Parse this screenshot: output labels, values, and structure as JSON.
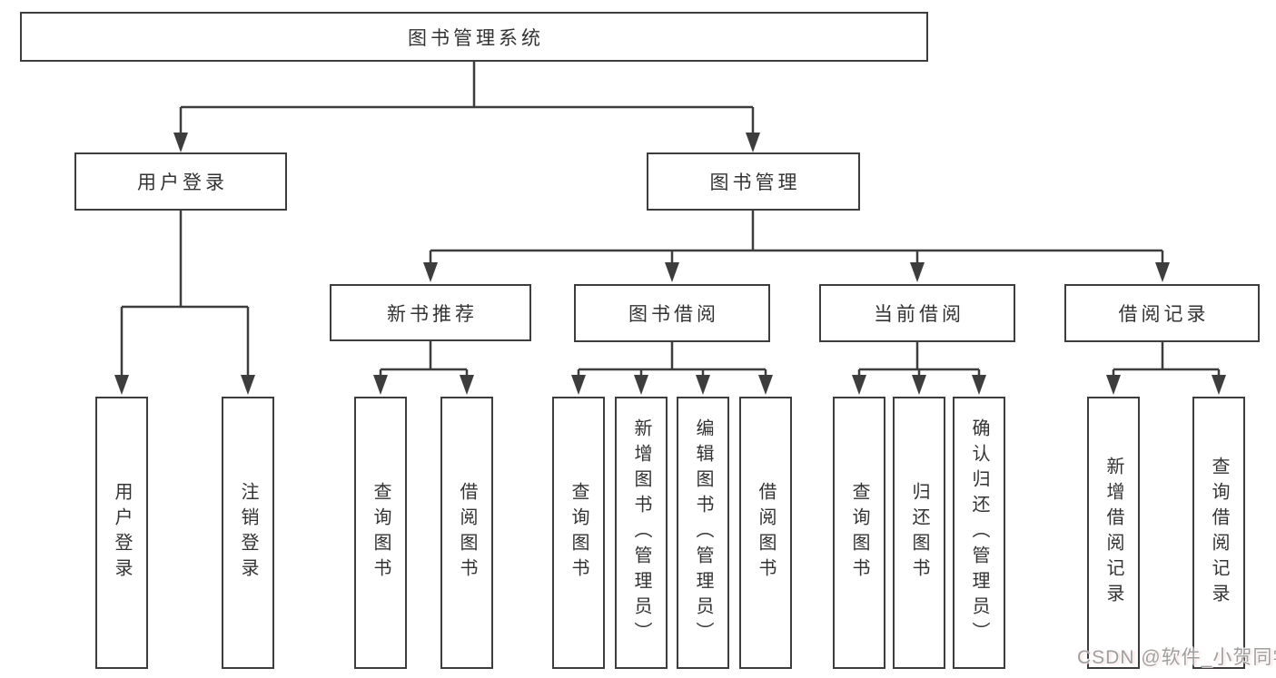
{
  "diagram": {
    "root": {
      "label": "图书管理系统"
    },
    "level2": {
      "user_login": {
        "label": "用户登录"
      },
      "book_management": {
        "label": "图书管理"
      }
    },
    "level3": {
      "new_book_recommend": {
        "label": "新书推荐"
      },
      "book_borrow": {
        "label": "图书借阅"
      },
      "current_borrow": {
        "label": "当前借阅"
      },
      "borrow_records": {
        "label": "借阅记录"
      }
    },
    "leaves": {
      "user_login": {
        "label": "用户登录"
      },
      "logout": {
        "label": "注销登录"
      },
      "query_books_recommend": {
        "label": "查询图书"
      },
      "borrow_books_recommend": {
        "label": "借阅图书"
      },
      "query_books_borrow": {
        "label": "查询图书"
      },
      "add_book_admin": {
        "label": "新增图书（管理员）"
      },
      "edit_book_admin": {
        "label": "编辑图书（管理员）"
      },
      "borrow_books_borrow": {
        "label": "借阅图书"
      },
      "query_books_current": {
        "label": "查询图书"
      },
      "return_book": {
        "label": "归还图书"
      },
      "confirm_return_admin": {
        "label": "确认归还（管理员）"
      },
      "add_borrow_record": {
        "label": "新增借阅记录"
      },
      "query_borrow_record": {
        "label": "查询借阅记录"
      }
    }
  },
  "watermark": {
    "text": "CSDN @软件_小贺同学"
  },
  "colors": {
    "line": "#3d3d3d",
    "text": "#333333",
    "watermark": "#9f9f9f",
    "background": "#ffffff"
  }
}
